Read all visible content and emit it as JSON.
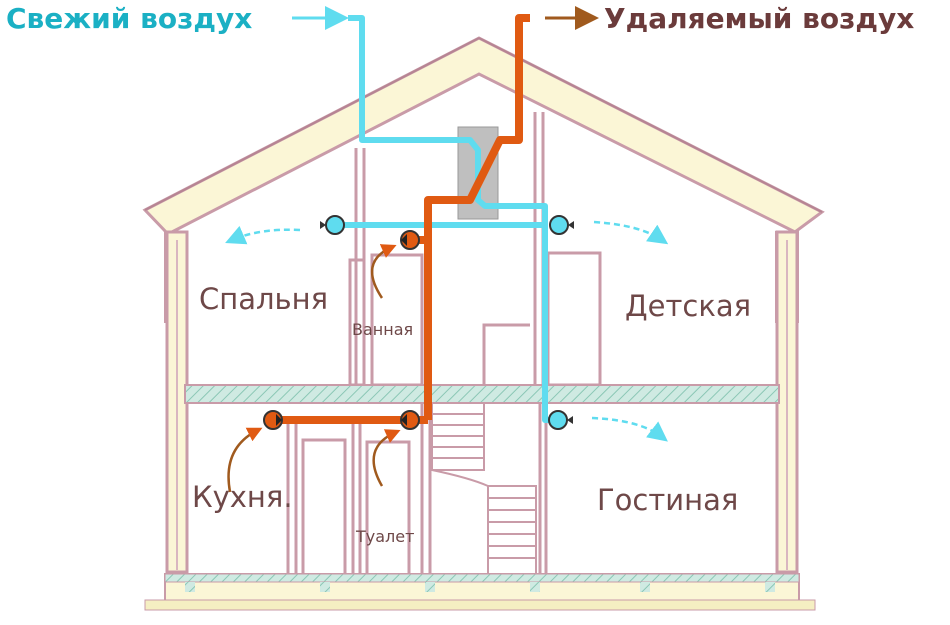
{
  "legend": {
    "fresh_air": "Свежий воздух",
    "exhaust_air": "Удаляемый воздух"
  },
  "rooms": {
    "bedroom": "Спальня",
    "bathroom": "Ванная",
    "kids_room": "Детская",
    "kitchen": "Кухня.",
    "toilet": "Туалет",
    "living_room": "Гостиная"
  },
  "colors": {
    "fresh_air": "#5fdcef",
    "exhaust_air": "#e05a12",
    "walls": "#c99ba8",
    "roof_fill": "#fbf6d6",
    "slab_fill": "#c6e6dc"
  }
}
